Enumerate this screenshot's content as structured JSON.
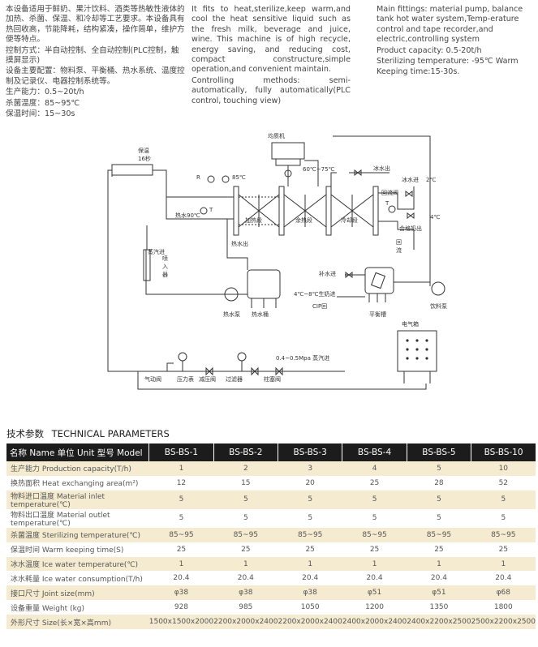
{
  "intro": {
    "zh": [
      "本设备适用于鲜奶、果汁饮料、酒类等热敏性液体的加热、杀菌、保温、和冷却等工艺要求。本设备具有热回收高，节能降耗，结构紧凑，操作简单，维护方便等特点。",
      "控制方式：半自动控制、全自动控制(PLC控制，触摸屏显示)",
      "设备主要配置：物料泵、平衡桶、热水系统、温度控制及记录仪、电器控制系统等。",
      "生产能力：0.5~20t/h",
      "杀菌温度：85~95℃",
      "保温时间：15~30s"
    ],
    "en": [
      "It fits to heat,sterilize,keep warm,and cool the heat sensitive liquid such as the fresh milk, beverage and juice, wine. This machine is of high recycle, energy saving, and reducing cost, compact constructure,simple operation,and convenient maintain.",
      "Controlling methods: semi-automatically, fully automatically(PLC control, touching view)"
    ],
    "en2": [
      "Main fittings: material pump, balance tank hot water system,Temp-erature control and tape recorder,and electric,controlling system",
      "Product capacity: 0.5-20t/h",
      "Sterilizing temperature: -95℃ Warm",
      "Keeping time:15-30s."
    ]
  },
  "diagram": {
    "labels": {
      "insulation": "保温",
      "insulation_time": "16秒",
      "homogenizer": "均质机",
      "temp_range": "60℃~75℃",
      "ice_water_out": "冰水出",
      "ice_water_in": "冰水进",
      "temp_2": "2℃",
      "temp_4": "4℃",
      "R": "R",
      "T1": "T",
      "T2": "T",
      "temp_85": "85℃",
      "hot_water_90": "热水90℃",
      "heating_section": "加热段",
      "regen_section": "余热段",
      "cooling_section": "冷却段",
      "return_valve": "回流阀",
      "qualified_milk": "合格奶出",
      "return_flow_1": "回",
      "return_flow_2": "流",
      "hot_water_out": "热水出",
      "steam_in": "蒸汽进",
      "injector_1": "喷",
      "injector_2": "入",
      "injector_3": "器",
      "hot_water_pump": "热水泵",
      "hot_water_tank": "热水桶",
      "make_up_water": "补水进",
      "raw_milk_in": "4℃~8℃生奶进",
      "cip_return": "CIP回",
      "balance_tank": "平衡槽",
      "beverage_pump": "饮料泵",
      "electric_box": "电气箱",
      "steam_pressure": "0.4~0.5Mpa 蒸汽进",
      "pneumatic_valve": "气动阀",
      "pressure_gauge": "压力表",
      "pressure_reducer": "减压阀",
      "filter": "过滤器",
      "plug_valve": "柱塞阀"
    }
  },
  "tech": {
    "title_zh": "技术参数",
    "title_en": "TECHNICAL PARAMETERS",
    "headers": [
      "名称 Name   单位 Unit   型号 Model",
      "BS-BS-1",
      "BS-BS-2",
      "BS-BS-3",
      "BS-BS-4",
      "BS-BS-5",
      "BS-BS-10"
    ],
    "rows": [
      [
        "生产能力 Production capacity(T/h)",
        "1",
        "2",
        "3",
        "4",
        "5",
        "10"
      ],
      [
        "换热面积 Heat exchanging area(m²)",
        "12",
        "15",
        "20",
        "25",
        "28",
        "52"
      ],
      [
        "物料进口温度 Material inlet temperature(℃)",
        "5",
        "5",
        "5",
        "5",
        "5",
        "5"
      ],
      [
        "物料出口温度 Material outlet temperature(℃)",
        "5",
        "5",
        "5",
        "5",
        "5",
        "5"
      ],
      [
        "杀菌温度 Sterilizing temperature(℃)",
        "85~95",
        "85~95",
        "85~95",
        "85~95",
        "85~95",
        "85~95"
      ],
      [
        "保温时间 Warm keeping time(S)",
        "25",
        "25",
        "25",
        "25",
        "25",
        "25"
      ],
      [
        "冰水温度 Ice water temperature(℃)",
        "1",
        "1",
        "1",
        "1",
        "1",
        "1"
      ],
      [
        "冰水耗量 Ice water consumption(T/h)",
        "20.4",
        "20.4",
        "20.4",
        "20.4",
        "20.4",
        "20.4"
      ],
      [
        "接口尺寸 Joint size(mm)",
        "φ38",
        "φ38",
        "φ38",
        "φ51",
        "φ51",
        "φ68"
      ],
      [
        "设备重量 Weight (kg)",
        "928",
        "985",
        "1050",
        "1200",
        "1350",
        "1800"
      ],
      [
        "外形尺寸 Size(长×宽×高mm)",
        "1500x1500x2000",
        "2200x2000x2400",
        "2200x2000x2400",
        "2400x2000x2400",
        "2400x2200x2500",
        "2500x2200x2500"
      ]
    ]
  }
}
